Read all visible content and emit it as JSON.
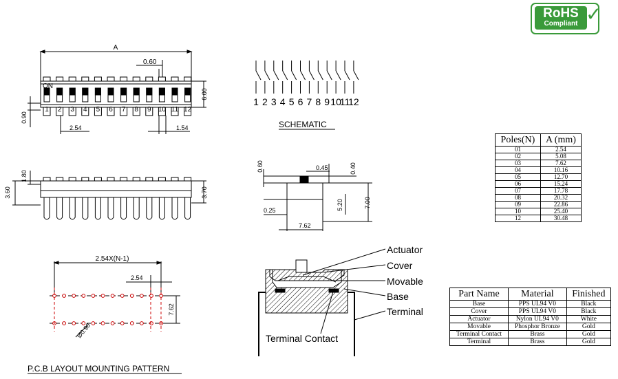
{
  "rohs": {
    "line1": "RoHS",
    "line2": "Compliant",
    "check": "✓"
  },
  "top_view": {
    "dim_a": "A",
    "dim_060": "0.60",
    "on_label": "ON",
    "dim_600": "6.00",
    "dim_090": "0.90",
    "dim_254": "2.54",
    "dim_154": "1.54",
    "positions": [
      "1",
      "2",
      "3",
      "4",
      "5",
      "6",
      "7",
      "8",
      "9",
      "10",
      "11",
      "12"
    ]
  },
  "side_view": {
    "dim_180": "1.80",
    "dim_360": "3.60",
    "dim_370": "3.70"
  },
  "schematic": {
    "numbers": [
      "1",
      "2",
      "3",
      "4",
      "5",
      "6",
      "7",
      "8",
      "9",
      "10",
      "11",
      "12"
    ],
    "title": "SCHEMATIC"
  },
  "end_view": {
    "dim_060": "0.60",
    "dim_045": "0.45",
    "dim_040": "0.40",
    "dim_520": "5.20",
    "dim_700": "7.00",
    "dim_025": "0.25",
    "dim_762": "7.62"
  },
  "pcb": {
    "dim_pitch_n": "2.54X(N-1)",
    "dim_254": "2.54",
    "dim_762": "7.62",
    "dim_hole": "Ø0.90",
    "title": "P.C.B LAYOUT MOUNTING PATTERN"
  },
  "cross_section": {
    "labels": [
      "Actuator",
      "Cover",
      "Movable",
      "Base",
      "Terminal"
    ],
    "terminal_contact": "Terminal Contact"
  },
  "poles_table": {
    "headers": [
      "Poles(N)",
      "A (mm)"
    ],
    "rows": [
      [
        "01",
        "2.54"
      ],
      [
        "02",
        "5.08"
      ],
      [
        "03",
        "7.62"
      ],
      [
        "04",
        "10.16"
      ],
      [
        "05",
        "12.70"
      ],
      [
        "06",
        "15.24"
      ],
      [
        "07",
        "17.78"
      ],
      [
        "08",
        "20.32"
      ],
      [
        "09",
        "22.86"
      ],
      [
        "10",
        "25.40"
      ],
      [
        "12",
        "30.48"
      ]
    ]
  },
  "material_table": {
    "headers": [
      "Part Name",
      "Material",
      "Finished"
    ],
    "rows": [
      [
        "Base",
        "PPS UL94 V0",
        "Black"
      ],
      [
        "Cover",
        "PPS UL94 V0",
        "Black"
      ],
      [
        "Actuator",
        "Nylon UL94 V0",
        "White"
      ],
      [
        "Movable",
        "Phosphor Bronze",
        "Gold"
      ],
      [
        "Terminal Contact",
        "Brass",
        "Gold"
      ],
      [
        "Terminal",
        "Brass",
        "Gold"
      ]
    ]
  }
}
